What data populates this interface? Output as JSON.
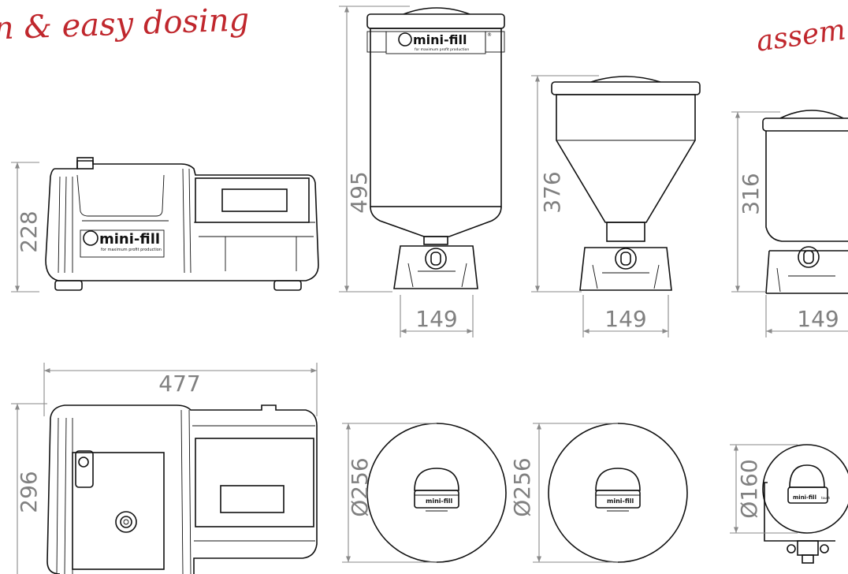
{
  "headlines": {
    "left": "n & easy dosing",
    "right": "assem"
  },
  "brand": {
    "name": "mini-fill",
    "reg": "®",
    "tagline": "for maximum profit production",
    "small_mark": "touch"
  },
  "dimensions": {
    "machine_height": "228",
    "machine_width": "477",
    "machine_depth": "296",
    "hopper_large_height": "495",
    "hopper_medium_height": "376",
    "hopper_small_height": "316",
    "hopper_large_width": "149",
    "hopper_medium_width": "149",
    "hopper_small_width": "149",
    "top_large_diameter": "Ø256",
    "top_medium_diameter": "Ø256",
    "top_small_diameter": "Ø160"
  },
  "colors": {
    "handwriting": "#c0272d",
    "dimension": "#808080",
    "outline": "#111111"
  }
}
